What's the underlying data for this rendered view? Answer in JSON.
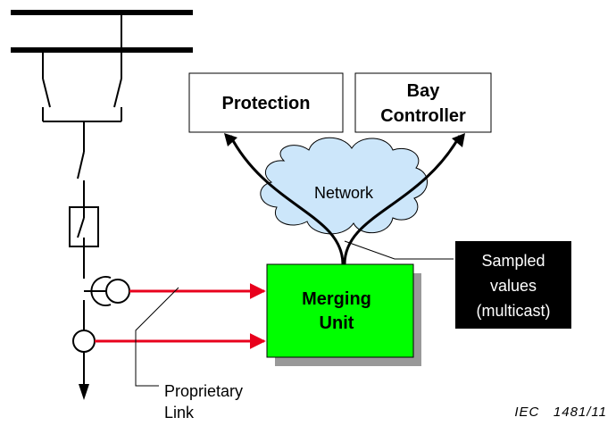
{
  "diagram": {
    "protection_label": "Protection",
    "bay_controller_line1": "Bay",
    "bay_controller_line2": "Controller",
    "network_label": "Network",
    "merging_unit_line1": "Merging",
    "merging_unit_line2": "Unit",
    "sampled_values_line1": "Sampled",
    "sampled_values_line2": "values",
    "sampled_values_line3": "(multicast)",
    "proprietary_link_line1": "Proprietary",
    "proprietary_link_line2": "Link",
    "figure_reference": "IEC   1481/11"
  },
  "colors": {
    "merging_unit_fill": "#00ff00",
    "merging_unit_shadow": "#999999",
    "sensor_link": "#e8001c",
    "network_cloud": "#cce6fa",
    "callout_fill": "#000000",
    "callout_text": "#ffffff"
  }
}
